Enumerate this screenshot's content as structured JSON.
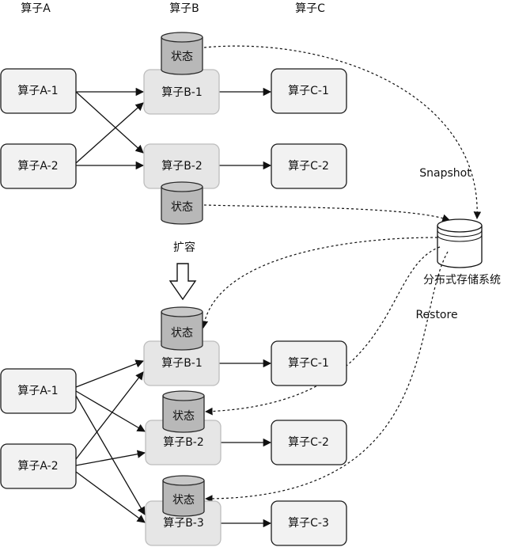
{
  "headers": {
    "col_a": "算子A",
    "col_b": "算子B",
    "col_c": "算子C"
  },
  "top": {
    "a1": "算子A-1",
    "a2": "算子A-2",
    "b1": "算子B-1",
    "b2": "算子B-2",
    "c1": "算子C-1",
    "c2": "算子C-2",
    "state1": "状态",
    "state2": "状态"
  },
  "scale_label": "扩容",
  "storage_label": "分布式存储系统",
  "snapshot_label": "Snapshot",
  "restore_label": "Restore",
  "bottom": {
    "a1": "算子A-1",
    "a2": "算子A-2",
    "b1": "算子B-1",
    "b2": "算子B-2",
    "b3": "算子B-3",
    "c1": "算子C-1",
    "c2": "算子C-2",
    "c3": "算子C-3",
    "state1": "状态",
    "state2": "状态",
    "state3": "状态"
  }
}
